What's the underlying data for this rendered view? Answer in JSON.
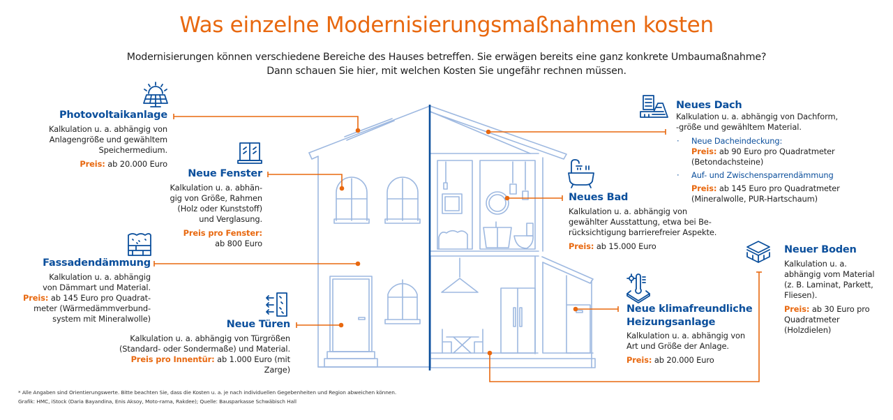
{
  "title": "Was einzelne Modernisierungsmaßnahmen kosten",
  "subtitle": {
    "line1": "Modernisierungen können verschiedene Bereiche des Hauses betreffen. Sie erwägen bereits eine ganz konkrete Umbaumaßnahme?",
    "line2": "Dann schauen Sie hier, mit welchen Kosten Sie ungefähr rechnen müssen."
  },
  "colors": {
    "accent": "#e8680f",
    "heading": "#0b4f9c",
    "house_line": "#9db8e0",
    "divider": "#0b4f9c"
  },
  "items": {
    "photovoltaik": {
      "icon": "solar-panel-icon",
      "heading": "Photovoltaikanlage",
      "lines": [
        "Kalkulation u. a. abhängig von",
        "Anlagengröße und gewähltem",
        "Speichermedium."
      ],
      "price_label": "Preis:",
      "price_value": " ab 20.000 Euro"
    },
    "fenster": {
      "icon": "window-icon",
      "heading": "Neue Fenster",
      "lines": [
        "Kalkulation u. a. abhän-",
        "gig von Größe, Rahmen",
        "(Holz oder Kunststoff)",
        "und Verglasung."
      ],
      "price_label": "Preis pro Fenster:",
      "price_value": "ab 800 Euro"
    },
    "fassade": {
      "icon": "brick-wall-insulation-icon",
      "heading": "Fassadendämmung",
      "lines": [
        "Kalkulation u. a. abhängig",
        "von Dämmart und Material."
      ],
      "price_label": "Preis:",
      "price_value": " ab 145 Euro pro Quadrat-",
      "extra_lines": [
        "meter (Wärmedämmverbund-",
        "system mit Mineralwolle)"
      ]
    },
    "tueren": {
      "icon": "door-insulation-icon",
      "heading": "Neue Türen",
      "lines": [
        "Kalkulation u. a. abhängig von Türgrößen",
        "(Standard- oder Sondermaße) und Material."
      ],
      "price_label": "Preis pro Innentür:",
      "price_value": " ab 1.000 Euro (mit Zarge)"
    },
    "dach": {
      "icon": "roof-insulation-icon",
      "heading": "Neues Dach",
      "lines": [
        "Kalkulation u. a. abhängig von Dachform,",
        "-größe und gewähltem Material."
      ],
      "bullets": [
        {
          "label": "Neue Dacheindeckung:",
          "price_label": "Preis:",
          "price_value": " ab 90 Euro pro Quadratmeter",
          "note": "(Betondachsteine)"
        },
        {
          "label": "Auf- und Zwischensparrendämmung",
          "price_label": "Preis:",
          "price_value": " ab 145 Euro pro Quadratmeter",
          "note": "(Mineralwolle, PUR-Hartschaum)"
        }
      ]
    },
    "bad": {
      "icon": "bathtub-icon",
      "heading": "Neues Bad",
      "lines": [
        "Kalkulation u. a. abhängig von",
        "gewählter Ausstattung, etwa bei Be-",
        "rücksichtigung barrierefreier Aspekte."
      ],
      "price_label": "Preis:",
      "price_value": " ab 15.000 Euro"
    },
    "boden": {
      "icon": "floor-layers-icon",
      "heading": "Neuer Boden",
      "lines": [
        "Kalkulation u. a.",
        "abhängig vom Material",
        "(z. B. Laminat, Parkett,",
        "Fliesen)."
      ],
      "price_label": "Preis:",
      "price_value": " ab 30 Euro pro",
      "extra_lines": [
        "Quadratmeter",
        "(Holzdielen)"
      ]
    },
    "heizung": {
      "icon": "heating-thermostat-icon",
      "heading_line1": "Neue klimafreundliche",
      "heading_line2": "Heizungsanlage",
      "lines": [
        "Kalkulation u. a. abhängig von",
        "Art und Größe der Anlage."
      ],
      "price_label": "Preis:",
      "price_value": " ab 20.000 Euro"
    }
  },
  "footer": {
    "note": "* Alle Angaben sind Orientierungswerte. Bitte beachten Sie, dass die Kosten u. a. je nach individuellen Gegebenheiten und Region abweichen können.",
    "credits": "Grafik: HMC, iStock (Daria Bayandina, Enis Aksoy, Moto-rama, Rakdee); Quelle: Bausparkasse Schwäbisch Hall"
  }
}
